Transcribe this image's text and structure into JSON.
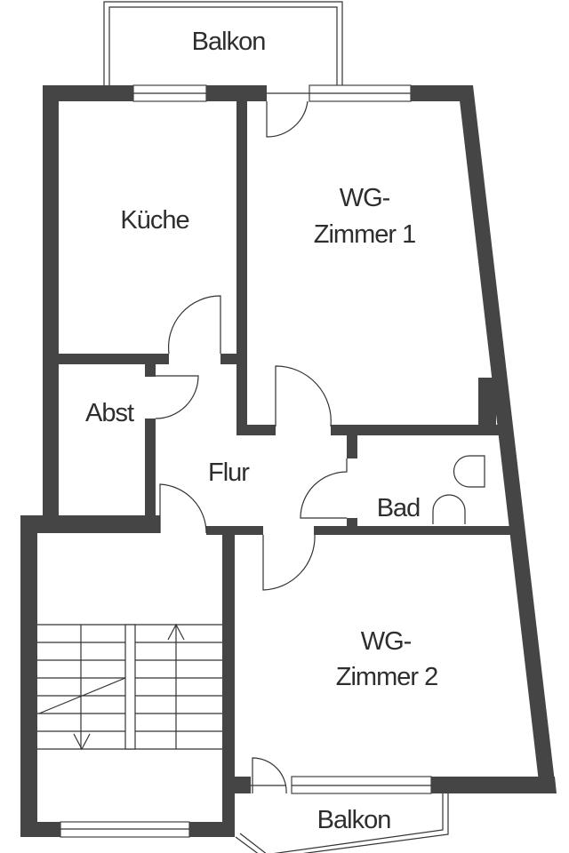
{
  "plan": {
    "rooms": {
      "balkon_top": "Balkon",
      "kueche": "Küche",
      "zimmer1_line1": "WG-",
      "zimmer1_line2": "Zimmer 1",
      "abst": "Abst",
      "flur": "Flur",
      "bad": "Bad",
      "zimmer2_line1": "WG-",
      "zimmer2_line2": "Zimmer 2",
      "balkon_bottom": "Balkon"
    },
    "colors": {
      "wall": "#454545",
      "text": "#2e2e2e",
      "background": "#ffffff"
    }
  }
}
